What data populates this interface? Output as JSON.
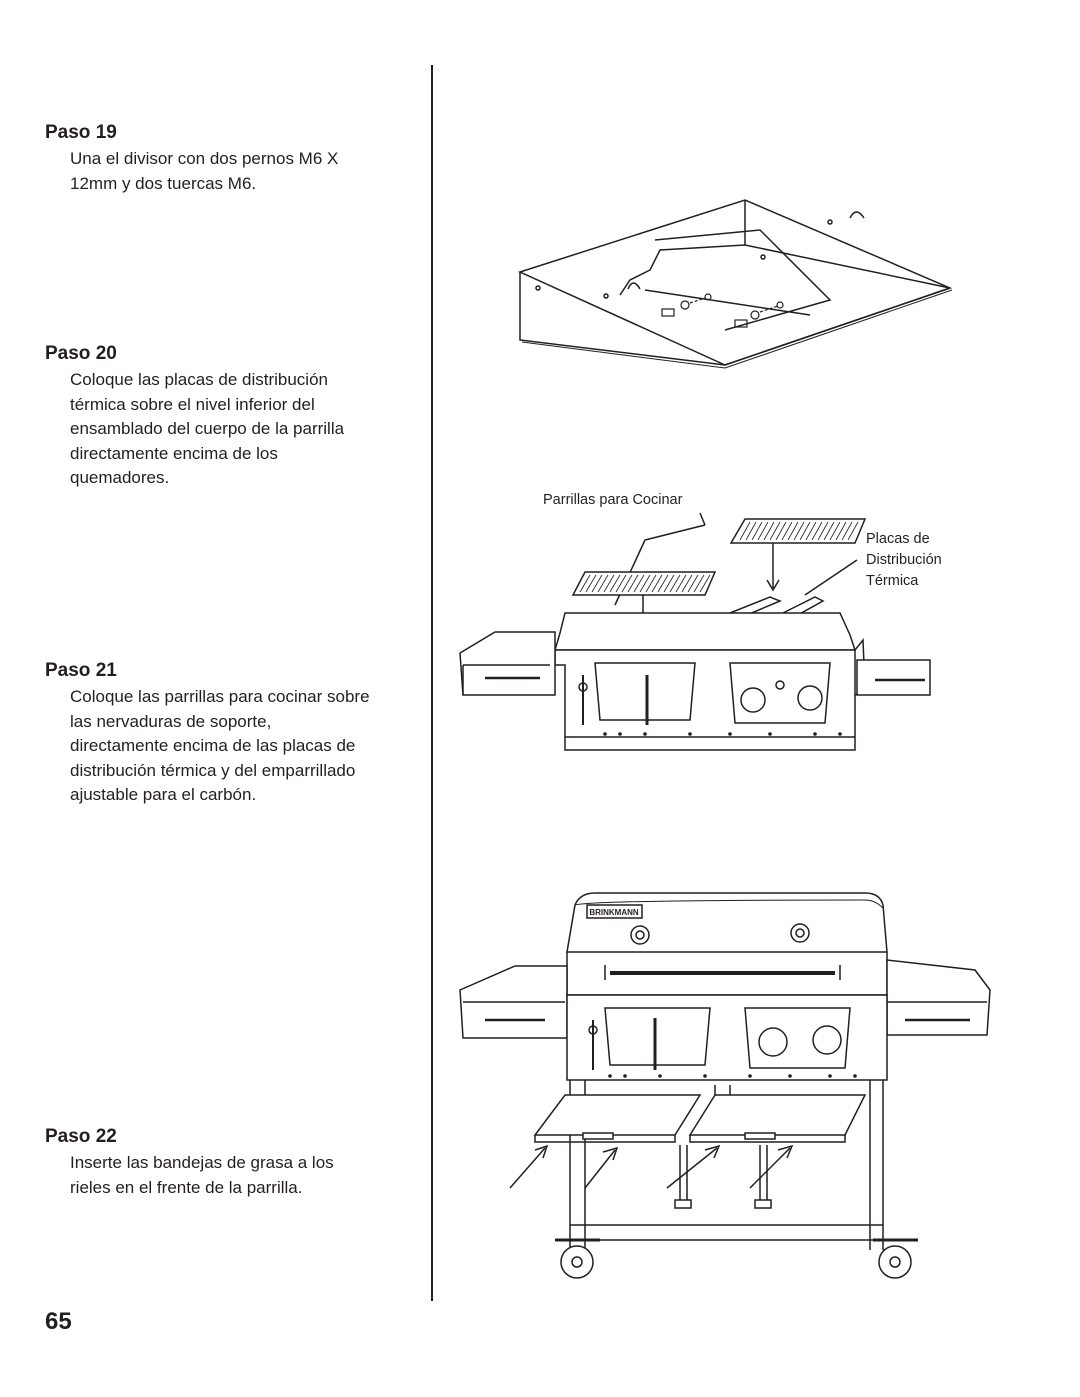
{
  "steps": [
    {
      "title": "Paso 19",
      "text": "Una el divisor con dos pernos M6 X 12mm y dos tuercas M6."
    },
    {
      "title": "Paso 20",
      "text": "Coloque las placas de distribución térmica sobre el nivel inferior del ensamblado del cuerpo de la parrilla directamente encima de los quemadores."
    },
    {
      "title": "Paso 21",
      "text": "Coloque las parrillas para cocinar sobre las nervaduras de soporte, directamente encima de las placas de distribución térmica y del emparrillado ajustable para el carbón."
    },
    {
      "title": "Paso 22",
      "text": "Inserte las bandejas de grasa a los rieles en el frente de la parrilla."
    }
  ],
  "figures": {
    "cooking_grates_label": "Parrillas para Cocinar",
    "heat_plates_label": [
      "Placas de",
      "Distribución",
      "Térmica"
    ],
    "brand": "BRINKMANN"
  },
  "page_number": "65"
}
